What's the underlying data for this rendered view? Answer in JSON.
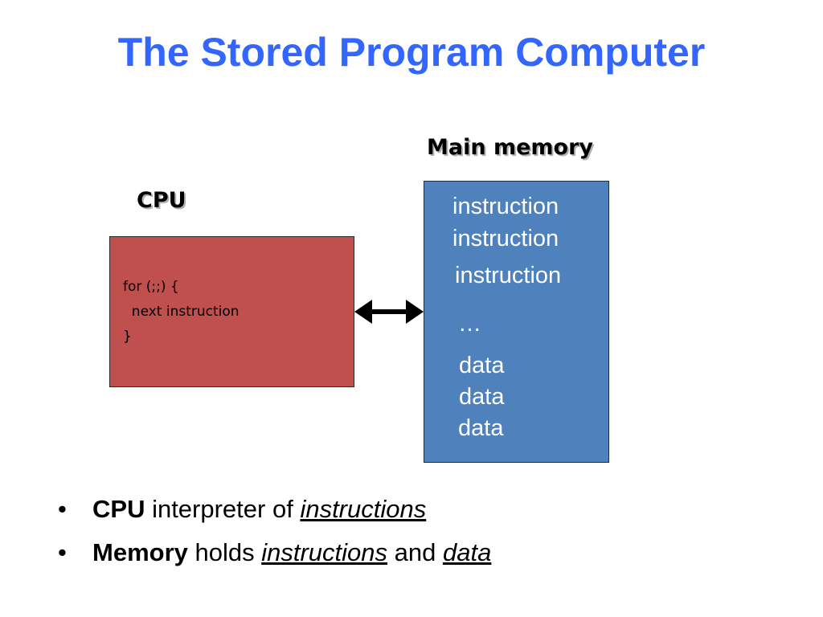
{
  "title": "The Stored Program Computer",
  "labels": {
    "main_memory": "Main memory",
    "cpu": "CPU"
  },
  "cpu_box": {
    "code_lines": [
      "for (;;) {",
      "  next instruction",
      "}"
    ]
  },
  "memory_box": {
    "items": [
      "instruction",
      "instruction",
      "instruction",
      "…",
      "data",
      "data",
      "data"
    ]
  },
  "bullets": [
    {
      "bold": "CPU",
      "text": " interpreter of ",
      "emphasis": "instructions"
    },
    {
      "bold": "Memory",
      "text": " holds ",
      "emphasis": "instructions",
      "text2": " and ",
      "emphasis2": "data"
    }
  ],
  "bullet_glyph": "•",
  "colors": {
    "title": "#3366ff",
    "cpu_box": "#c0504d",
    "memory_box": "#4f81bd",
    "memory_text": "#ffffff"
  },
  "icons": {
    "bus_arrow": "double-headed-arrow-icon"
  }
}
